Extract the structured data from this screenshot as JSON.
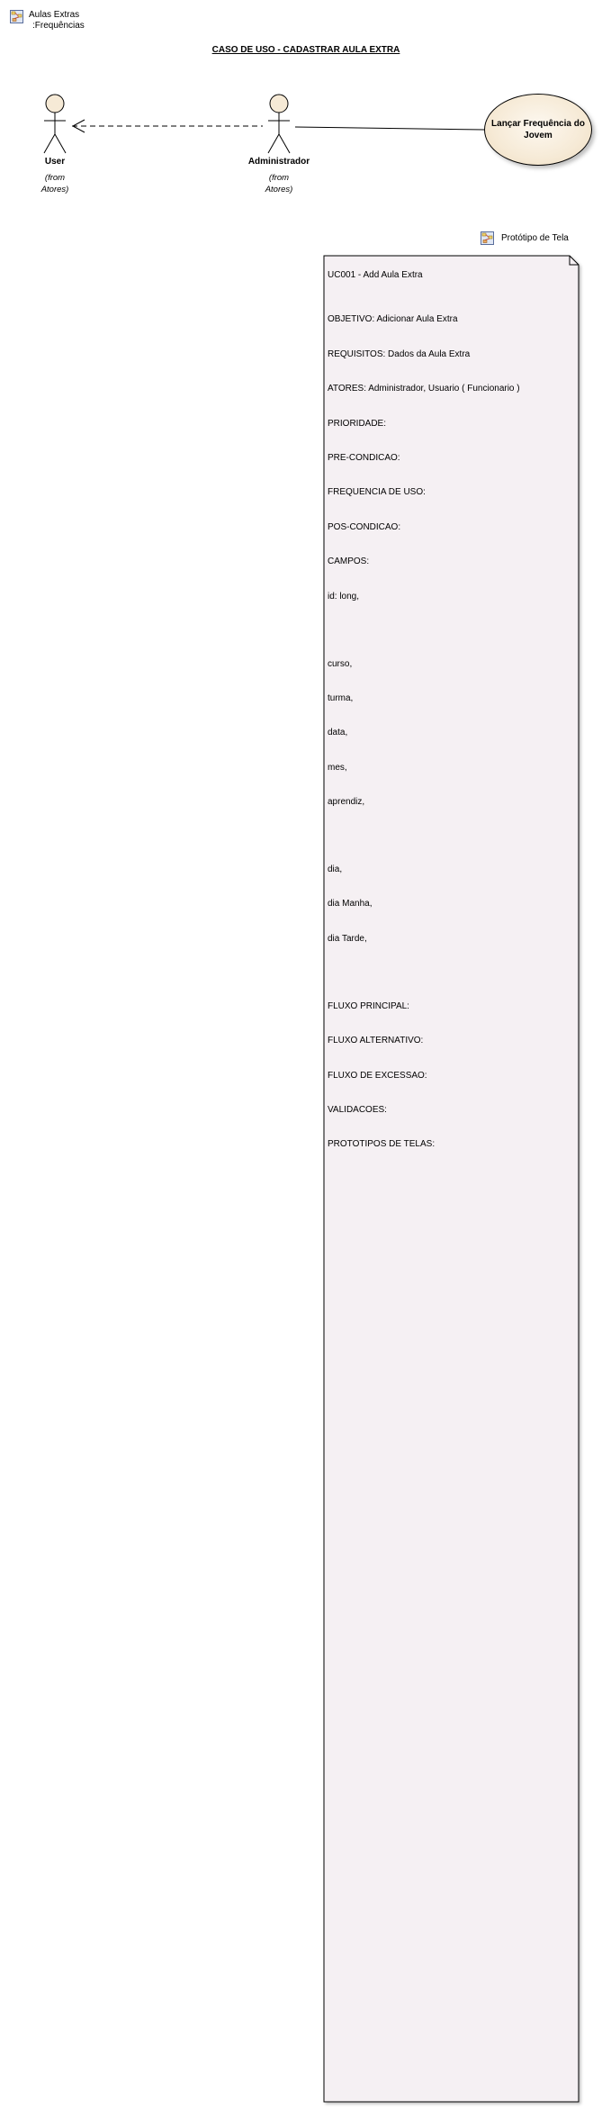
{
  "package_link": {
    "line1": "Aulas Extras",
    "line2": ":Frequências",
    "icon": "package-diagram-icon"
  },
  "diagram_title": "CASO DE USO - CADASTRAR AULA EXTRA",
  "actors": {
    "user": {
      "name": "User",
      "from_line1": "(from",
      "from_line2": "Atores)"
    },
    "admin": {
      "name": "Administrador",
      "from_line1": "(from",
      "from_line2": "Atores)"
    }
  },
  "usecase": {
    "line1": "Lançar Frequência do",
    "line2": "Jovem"
  },
  "prototype_link": {
    "label": "Protótipo de Tela",
    "icon": "package-diagram-icon"
  },
  "note": {
    "title": "UC001 - Add Aula Extra",
    "header_lines": [
      "OBJETIVO: Adicionar Aula Extra",
      "REQUISITOS: Dados da Aula Extra",
      "ATORES: Administrador, Usuario ( Funcionario )",
      "PRIORIDADE:",
      "PRE-CONDICAO:",
      "FREQUENCIA DE USO:",
      "POS-CONDICAO:",
      "CAMPOS:",
      "id: long,"
    ],
    "fields_group1": [
      "curso,",
      "turma,",
      "data,",
      "mes,",
      "aprendiz,"
    ],
    "fields_group2": [
      "dia,",
      "dia Manha,",
      "dia Tarde,"
    ],
    "footer_lines": [
      "FLUXO PRINCIPAL:",
      "FLUXO ALTERNATIVO:",
      "FLUXO DE EXCESSAO:",
      "VALIDACOES:",
      "PROTOTIPOS DE TELAS:"
    ]
  },
  "colors": {
    "note_fill": "#f5f0f3",
    "usecase_fill": "#f6ead6",
    "actor_head": "#f6ead6"
  }
}
